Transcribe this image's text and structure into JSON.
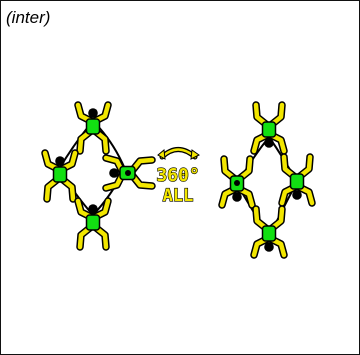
{
  "caption": "(inter)",
  "rotation_label": {
    "degrees": "360°",
    "word": "ALL"
  },
  "colors": {
    "body": "#F2E600",
    "highlight": "#12E012",
    "outline": "#000000",
    "text": "#F2E600",
    "arrow": "#F2E600"
  },
  "icons": {
    "left_formation": "four-skydiver-diamond-formation",
    "right_formation": "rotated-four-skydiver-formation",
    "arrow": "curved-double-arrow-icon"
  }
}
